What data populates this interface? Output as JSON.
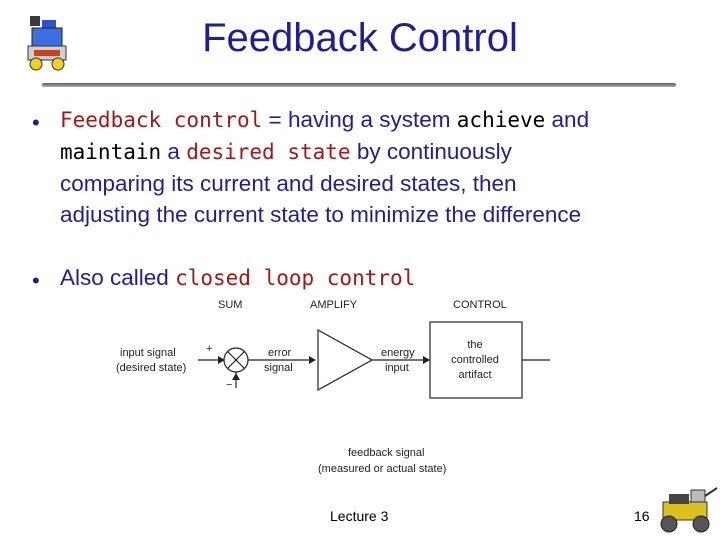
{
  "slide": {
    "title": "Feedback Control",
    "bullet1": {
      "term": "Feedback control",
      "eq": " = having a system ",
      "achieve": "achieve",
      "and": " and",
      "maintain": "maintain",
      "a": " a ",
      "desired_state": "desired state",
      "rest1": " by continuously",
      "line3": "comparing its current and desired states, then",
      "line4": "adjusting the current state to minimize the difference"
    },
    "bullet2": {
      "prefix": "Also called ",
      "term": "closed loop control"
    },
    "diagram": {
      "sum_label": "SUM",
      "amplify_label": "AMPLIFY",
      "control_label": "CONTROL",
      "input_line1": "input signal",
      "input_line2": "(desired state)",
      "plus": "+",
      "minus": "−",
      "error_line1": "error",
      "error_line2": "signal",
      "energy_line1": "energy",
      "energy_line2": "input",
      "box_line1": "the",
      "box_line2": "controlled",
      "box_line3": "artifact",
      "feedback_line1": "feedback signal",
      "feedback_line2": "(measured or actual state)"
    },
    "footer": {
      "lecture": "Lecture 3",
      "page": "16"
    }
  }
}
